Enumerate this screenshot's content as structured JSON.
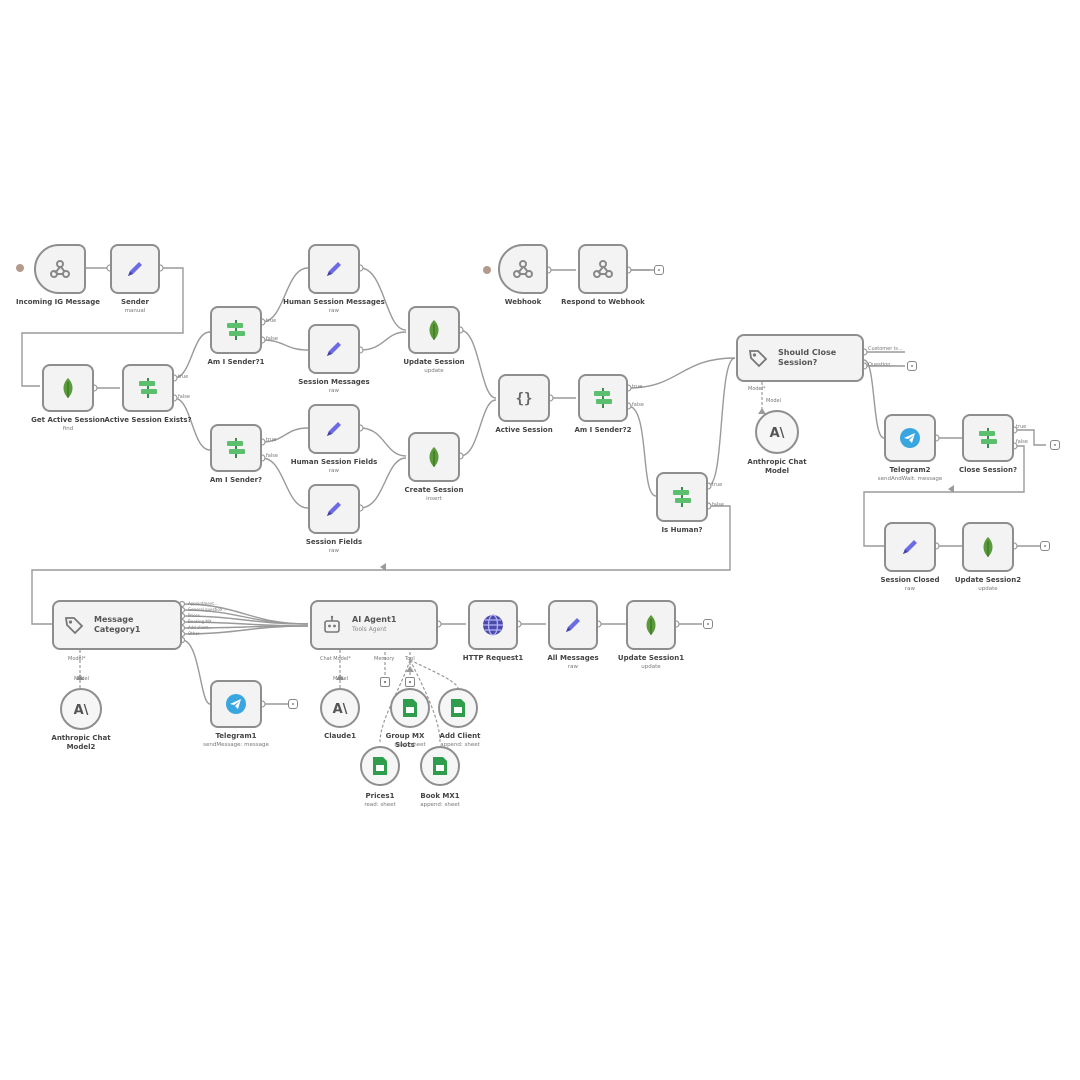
{
  "app": "workflow-editor",
  "colors": {
    "node_border": "#8e8e8e",
    "node_fill": "#f3f3f3",
    "wire": "#9a9a9a",
    "pencil": "#6c6ce4",
    "leaf": "#5a9a3a",
    "switch": "#5bbf6e",
    "telegram": "#3aa6e0",
    "http": "#4c4ca8",
    "sheet": "#2e9e4c"
  },
  "nodes": {
    "incoming_ig": {
      "label": "Incoming IG Message",
      "sub": "",
      "icon": "webhook-icon"
    },
    "sender": {
      "label": "Sender",
      "sub": "manual",
      "icon": "pencil-icon"
    },
    "get_active_session": {
      "label": "Get Active Session",
      "sub": "find",
      "icon": "leaf-icon"
    },
    "active_session_exists": {
      "label": "Active Session Exists?",
      "sub": "",
      "icon": "switch-icon"
    },
    "am_i_sender_1": {
      "label": "Am I Sender?1",
      "sub": "",
      "icon": "switch-icon"
    },
    "am_i_sender": {
      "label": "Am I Sender?",
      "sub": "",
      "icon": "switch-icon"
    },
    "human_session_messages": {
      "label": "Human Session Messages",
      "sub": "raw",
      "icon": "pencil-icon"
    },
    "session_messages": {
      "label": "Session Messages",
      "sub": "raw",
      "icon": "pencil-icon"
    },
    "human_session_fields": {
      "label": "Human Session Fields",
      "sub": "raw",
      "icon": "pencil-icon"
    },
    "session_fields": {
      "label": "Session Fields",
      "sub": "raw",
      "icon": "pencil-icon"
    },
    "update_session": {
      "label": "Update Session",
      "sub": "update",
      "icon": "leaf-icon"
    },
    "create_session": {
      "label": "Create Session",
      "sub": "insert",
      "icon": "leaf-icon"
    },
    "webhook": {
      "label": "Webhook",
      "sub": "",
      "icon": "webhook-icon"
    },
    "respond_webhook": {
      "label": "Respond to Webhook",
      "sub": "",
      "icon": "webhook-icon"
    },
    "active_session": {
      "label": "Active Session",
      "sub": "",
      "icon": "braces-icon"
    },
    "am_i_sender_2": {
      "label": "Am I Sender?2",
      "sub": "",
      "icon": "switch-icon"
    },
    "is_human": {
      "label": "Is Human?",
      "sub": "",
      "icon": "switch-icon"
    },
    "should_close": {
      "label": "Should Close Session?",
      "sub": "",
      "icon": "tag-icon"
    },
    "anthropic_model": {
      "label": "Anthropic Chat Model",
      "sub": "",
      "icon": "anthropic-icon"
    },
    "telegram2": {
      "label": "Telegram2",
      "sub": "sendAndWait: message",
      "icon": "telegram-icon"
    },
    "close_session": {
      "label": "Close Session?",
      "sub": "",
      "icon": "switch-icon"
    },
    "session_closed": {
      "label": "Session Closed",
      "sub": "raw",
      "icon": "pencil-icon"
    },
    "update_session2": {
      "label": "Update Session2",
      "sub": "update",
      "icon": "leaf-icon"
    },
    "message_category": {
      "label": "Message Category1",
      "sub": "",
      "icon": "tag-icon"
    },
    "anthropic_model2": {
      "label": "Anthropic Chat Model2",
      "sub": "",
      "icon": "anthropic-icon"
    },
    "telegram1": {
      "label": "Telegram1",
      "sub": "sendMessage: message",
      "icon": "telegram-icon"
    },
    "ai_agent": {
      "label": "AI Agent1",
      "sub": "Tools Agent",
      "icon": "robot-icon"
    },
    "claude1": {
      "label": "Claude1",
      "sub": "",
      "icon": "anthropic-icon"
    },
    "group_mx": {
      "label": "Group MX Slots",
      "sub": "read: sheet",
      "icon": "sheet-icon"
    },
    "add_client": {
      "label": "Add Client",
      "sub": "append: sheet",
      "icon": "sheet-icon"
    },
    "prices1": {
      "label": "Prices1",
      "sub": "read: sheet",
      "icon": "sheet-icon"
    },
    "book_mx": {
      "label": "Book MX1",
      "sub": "append: sheet",
      "icon": "sheet-icon"
    },
    "http_request": {
      "label": "HTTP Request1",
      "sub": "",
      "icon": "globe-icon"
    },
    "all_messages": {
      "label": "All Messages",
      "sub": "raw",
      "icon": "pencil-icon"
    },
    "update_session1": {
      "label": "Update Session1",
      "sub": "update",
      "icon": "leaf-icon"
    }
  },
  "port_labels": {
    "true": "true",
    "false": "false",
    "model": "Model*",
    "chat_model": "Chat Model*",
    "memory": "Memory",
    "tool": "Tool",
    "model_small": "Model",
    "should_close_out1": "Customer is...",
    "should_close_out2": "Question...",
    "cat_out1": "Appointment...",
    "cat_out2": "General question...",
    "cat_out3": "Prices...",
    "cat_out4": "Booking MX...",
    "cat_out5": "Add client...",
    "cat_out6": "Other"
  }
}
